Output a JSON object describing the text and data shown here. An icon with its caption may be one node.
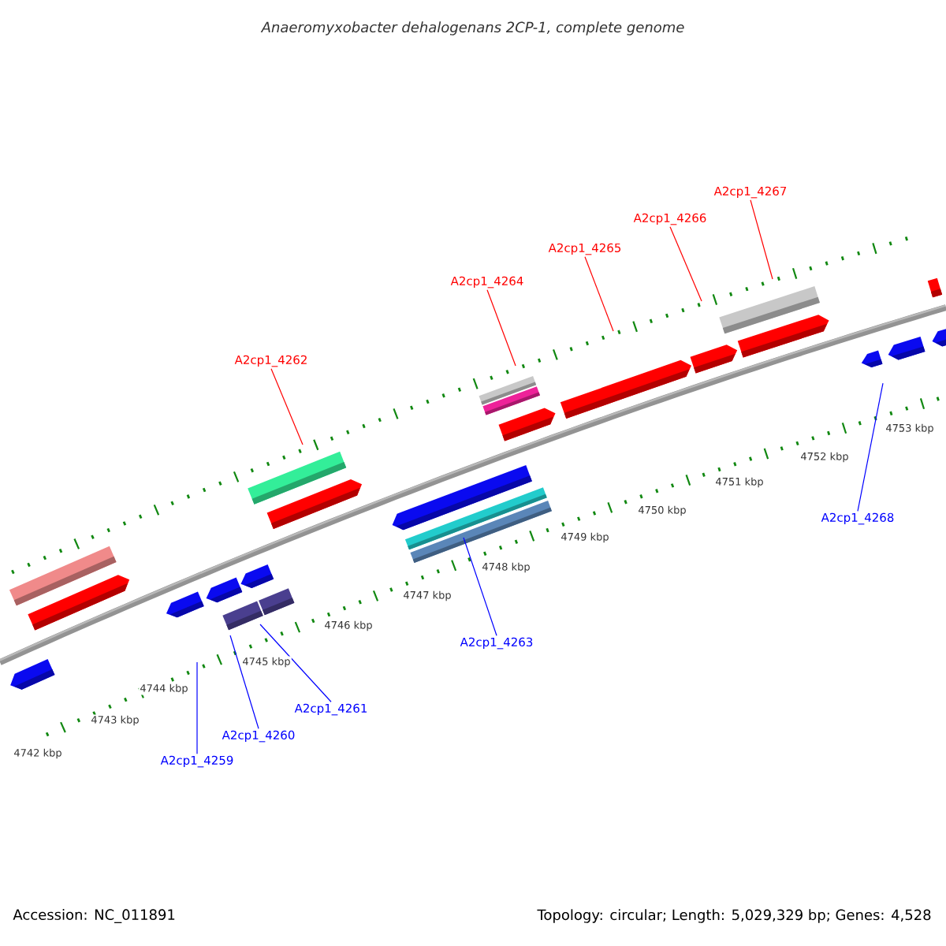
{
  "diagram": {
    "title": "Anaeromyxobacter dehalogenans 2CP-1, complete genome",
    "nodes": [
      {
        "text": [
          "A2cp1_4267"
        ]
      },
      {
        "text": [
          "A2cp1_4266"
        ]
      },
      {
        "text": [
          "A2cp1_4265"
        ]
      },
      {
        "text": [
          "A2cp1_4264"
        ]
      },
      {
        "text": [
          "A2cp1_4262"
        ]
      },
      {
        "text": [
          "A2cp1_4268"
        ]
      },
      {
        "text": [
          "A2cp1_4263"
        ]
      },
      {
        "text": [
          "A2cp1_4261"
        ]
      },
      {
        "text": [
          "A2cp1_4260"
        ]
      },
      {
        "text": [
          "A2cp1_4259"
        ]
      }
    ],
    "edges": [
      {
        "from": 0,
        "to": null,
        "arrow": "none",
        "color": "#ff0000"
      },
      {
        "from": 1,
        "to": null,
        "arrow": "none",
        "color": "#ff0000"
      },
      {
        "from": 2,
        "to": null,
        "arrow": "none",
        "color": "#ff0000"
      },
      {
        "from": 3,
        "to": null,
        "arrow": "none",
        "color": "#ff0000"
      },
      {
        "from": 4,
        "to": null,
        "arrow": "none",
        "color": "#ff0000"
      },
      {
        "from": 5,
        "to": null,
        "arrow": "none",
        "color": "#0000ff"
      },
      {
        "from": 6,
        "to": null,
        "arrow": "none",
        "color": "#0000ff"
      },
      {
        "from": 7,
        "to": null,
        "arrow": "none",
        "color": "#0000ff"
      },
      {
        "from": 8,
        "to": null,
        "arrow": "none",
        "color": "#0000ff"
      },
      {
        "from": 9,
        "to": null,
        "arrow": "none",
        "color": "#0000ff"
      }
    ],
    "labels": [
      "4742 kbp",
      "4743 kbp",
      "4744 kbp",
      "4745 kbp",
      "4746 kbp",
      "4747 kbp",
      "4748 kbp",
      "4749 kbp",
      "4750 kbp",
      "4751 kbp",
      "4752 kbp",
      "4753 kbp",
      "Accession: NC_011891",
      "Topology: circular; Length: 5,029,329 bp; Genes: 4,528"
    ]
  }
}
